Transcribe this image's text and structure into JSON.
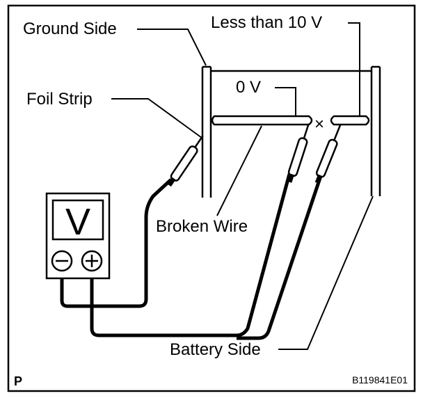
{
  "labels": {
    "ground_side": "Ground Side",
    "less_than_10v": "Less than 10 V",
    "zero_v": "0 V",
    "foil_strip": "Foil Strip",
    "broken_wire": "Broken Wire",
    "battery_side": "Battery Side",
    "break_mark": "×"
  },
  "meter": {
    "display": "V",
    "minus_symbol": "−",
    "plus_symbol": "+"
  },
  "footer": {
    "corner_letter": "P",
    "figure_code": "B119841E01"
  }
}
